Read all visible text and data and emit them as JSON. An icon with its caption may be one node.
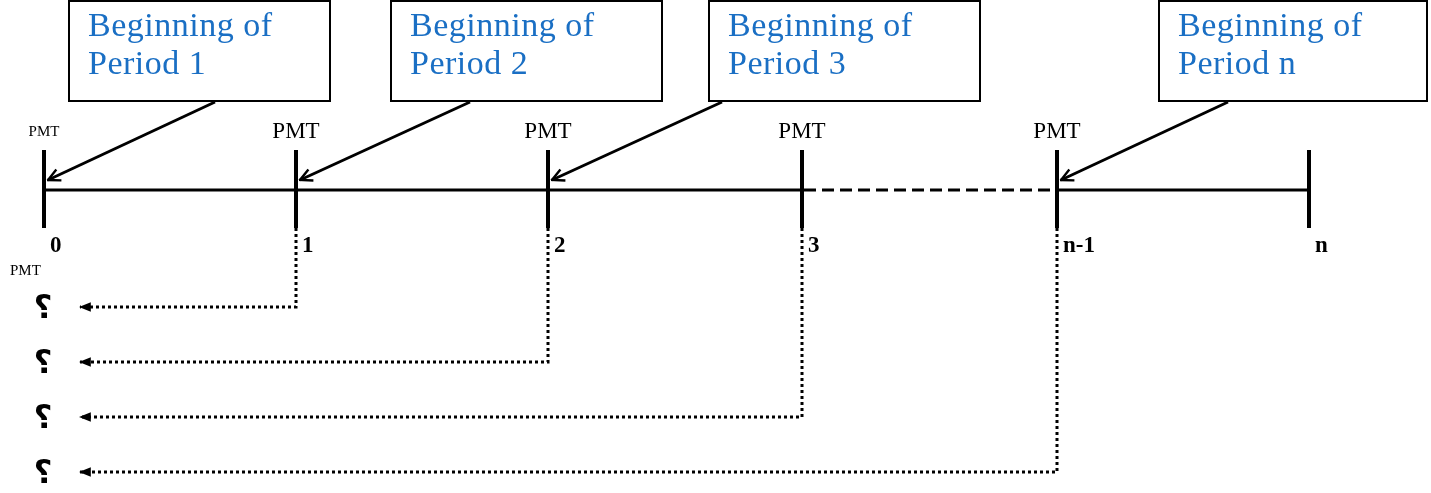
{
  "diagram": {
    "nodes": [
      {
        "text": [
          "Beginning of Period 1"
        ]
      },
      {
        "text": [
          "Beginning of Period 2"
        ]
      },
      {
        "text": [
          "Beginning of Period 3"
        ]
      },
      {
        "text": [
          "Beginning of Period n"
        ]
      },
      {
        "text": [
          "0"
        ],
        "beside": [
          "PMT"
        ]
      },
      {
        "text": [
          "1"
        ],
        "beside": [
          "PMT"
        ]
      },
      {
        "text": [
          "2"
        ],
        "beside": [
          "PMT"
        ]
      },
      {
        "text": [
          "3"
        ],
        "beside": [
          "PMT"
        ]
      },
      {
        "text": [
          "n-1"
        ],
        "beside": [
          "PMT"
        ]
      },
      {
        "text": [
          "n"
        ]
      },
      {
        "text": [
          "؟"
        ]
      },
      {
        "text": [
          "؟"
        ]
      },
      {
        "text": [
          "؟"
        ]
      },
      {
        "text": [
          "؟"
        ]
      }
    ],
    "edges": [
      {
        "from": 0,
        "to": 4,
        "arrow": "to"
      },
      {
        "from": 1,
        "to": 5,
        "arrow": "to"
      },
      {
        "from": 2,
        "to": 6,
        "arrow": "to"
      },
      {
        "from": 3,
        "to": 8,
        "arrow": "to"
      },
      {
        "from": 4,
        "to": 5,
        "arrow": "none"
      },
      {
        "from": 5,
        "to": 6,
        "arrow": "none"
      },
      {
        "from": 6,
        "to": 7,
        "arrow": "none"
      },
      {
        "from": 7,
        "to": 8,
        "arrow": "none",
        "style": "dashed"
      },
      {
        "from": 8,
        "to": 9,
        "arrow": "none"
      },
      {
        "from": 5,
        "to": 10,
        "arrow": "to",
        "style": "dashed"
      },
      {
        "from": 6,
        "to": 11,
        "arrow": "to",
        "style": "dashed"
      },
      {
        "from": 7,
        "to": 12,
        "arrow": "to",
        "style": "dashed"
      },
      {
        "from": 8,
        "to": 13,
        "arrow": "to",
        "style": "dashed"
      }
    ],
    "labels": [
      "PMT"
    ]
  }
}
